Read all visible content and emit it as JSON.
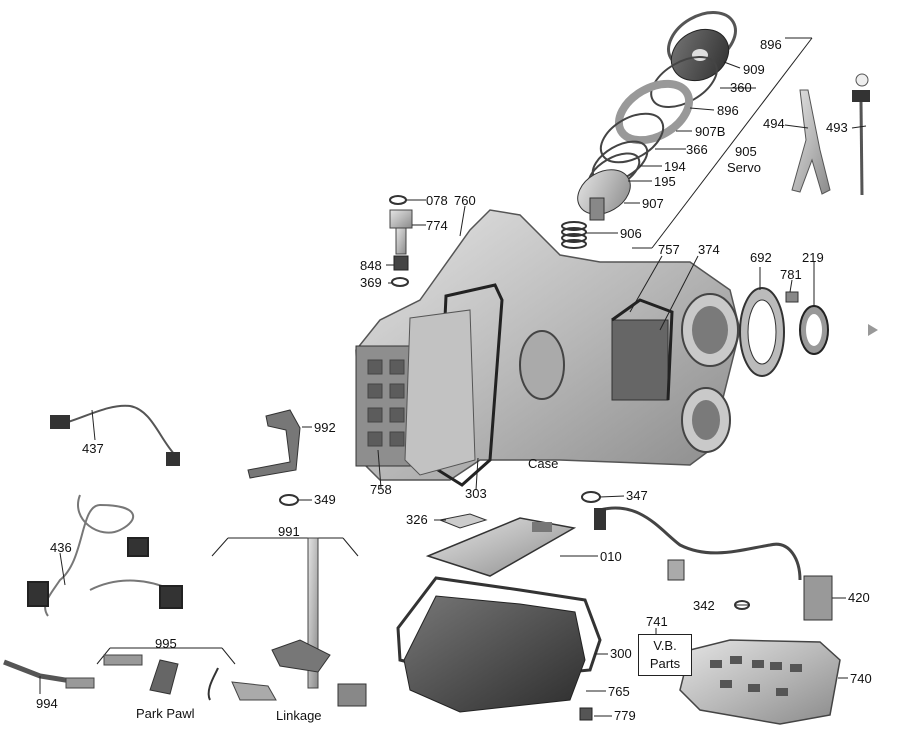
{
  "parts": {
    "p896a": "896",
    "p909": "909",
    "p360": "360",
    "p896b": "896",
    "p907b": "907B",
    "p905": "905",
    "servo": "Servo",
    "p366": "366",
    "p194": "194",
    "p195": "195",
    "p907": "907",
    "p906": "906",
    "p494": "494",
    "p493": "493",
    "p078": "078",
    "p760": "760",
    "p774": "774",
    "p848": "848",
    "p369": "369",
    "p757": "757",
    "p374": "374",
    "p692": "692",
    "p781": "781",
    "p219": "219",
    "p992": "992",
    "p437": "437",
    "case": "Case",
    "p758": "758",
    "p303": "303",
    "p349": "349",
    "p347": "347",
    "p326": "326",
    "p991": "991",
    "p436": "436",
    "p010": "010",
    "p741": "741",
    "vb_line1": "V.B.",
    "vb_line2": "Parts",
    "p342": "342",
    "p420": "420",
    "p995": "995",
    "p300": "300",
    "p994": "994",
    "park_pawl": "Park Pawl",
    "linkage": "Linkage",
    "p765": "765",
    "p779": "779",
    "p740": "740"
  }
}
